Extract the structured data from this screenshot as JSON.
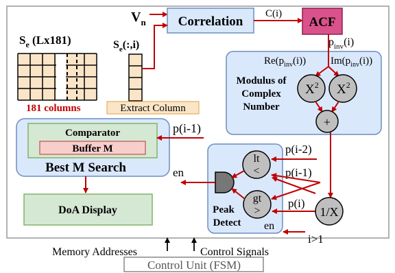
{
  "inputs": {
    "vn": "V",
    "vn_sub": "n"
  },
  "matrix": {
    "label_s": "S",
    "label_sub": "e",
    "label_dim": " (Lx181)",
    "columns_label": "181 columns"
  },
  "column": {
    "label_s": "S",
    "label_sub": "e",
    "label_rest": "(:,i)"
  },
  "extract": {
    "label": "Extract Column"
  },
  "correlation": {
    "label": "Correlation"
  },
  "ci": {
    "label": "C(i)"
  },
  "acf": {
    "label": "ACF"
  },
  "pinv": {
    "p": "p",
    "sub": "inv",
    "i": "(i)"
  },
  "re": {
    "pre": "Re(p",
    "sub": "inv",
    "post": "(i))"
  },
  "im": {
    "pre": "Im(p",
    "sub": "inv",
    "post": "(i))"
  },
  "modulus": {
    "line1": "Modulus of",
    "line2": "Complex",
    "line3": "Number"
  },
  "square": {
    "base": "X",
    "exp": "2"
  },
  "plus": {
    "label": "+"
  },
  "inv": {
    "label": "1/X"
  },
  "best": {
    "comparator": "Comparator",
    "buffer": "Buffer M",
    "title": "Best M Search",
    "en": "en"
  },
  "doa": {
    "label": "DoA Display"
  },
  "peak": {
    "title1": "Peak",
    "title2": "Detect",
    "en": "en",
    "lt": "lt",
    "lt_sym": "<",
    "gt": "gt",
    "gt_sym": ">",
    "p_im2": "p(i-2)",
    "p_im1": "p(i-1)",
    "p_i": "p(i)",
    "cond": "i>1"
  },
  "best_input": {
    "label": "p(i-1)"
  },
  "control": {
    "memory": "Memory Addresses",
    "signals": "Control Signals",
    "unit": "Control Unit (FSM)"
  },
  "colors": {
    "arrow": "#c00000",
    "box_fill": "#dae8fc",
    "box_stroke": "#6c8ebf",
    "acf_fill": "#d9528b",
    "green_fill": "#d5e8d4",
    "red_fill": "#f8cecc",
    "matrix_fill": "#fbe5c8"
  }
}
